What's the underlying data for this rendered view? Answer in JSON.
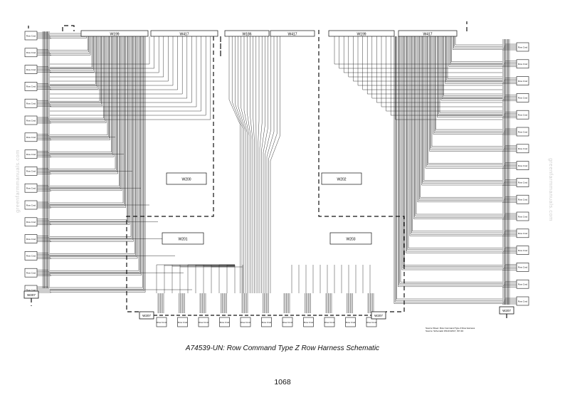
{
  "title": "A74539-UN: Row Command Type Z Row Harness Schematic",
  "page_number": "1068",
  "watermark": "greenfarmmanuals.com",
  "notes": [
    "Source Sheet: Row Command Type Z Row Harness",
    "Source: Schematic W110-W417, W7-Z2"
  ],
  "harness_labels": {
    "top_w199": "W199",
    "top_w417": "W417",
    "top_w186": "W186",
    "top_w417_center": "W417",
    "top_w199_right": "W199",
    "top_w417_right": "W417",
    "w200": "W200",
    "w201": "W201",
    "w202": "W202",
    "w203": "W203",
    "w207_left": "W207",
    "w207_bottom_left": "W207",
    "w207_bottom_right": "W207",
    "w207_right": "W207"
  },
  "row_module_text": "Row Cmd"
}
